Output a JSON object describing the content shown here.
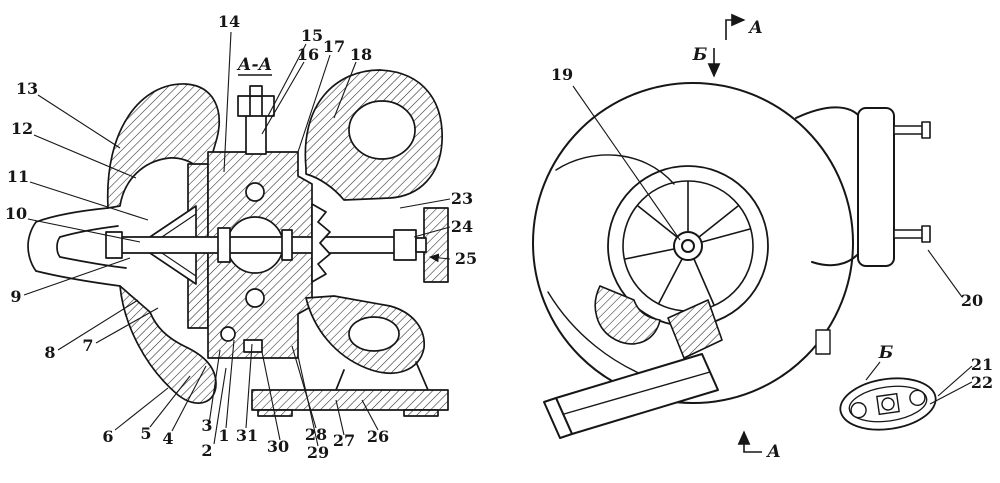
{
  "colors": {
    "ink": "#161616",
    "paper": "#ffffff"
  },
  "section_view": {
    "view_title": "А-А",
    "labels": {
      "l1": "1",
      "l2": "2",
      "l3": "3",
      "l4": "4",
      "l5": "5",
      "l6": "6",
      "l7": "7",
      "l8": "8",
      "l9": "9",
      "l10": "10",
      "l11": "11",
      "l12": "12",
      "l13": "13",
      "l14": "14",
      "l15": "15",
      "l16": "16",
      "l17": "17",
      "l18": "18",
      "l23": "23",
      "l24": "24",
      "l25": "25",
      "l26": "26",
      "l27": "27",
      "l28": "28",
      "l29": "29",
      "l30": "30",
      "l31": "31"
    }
  },
  "side_view": {
    "labels": {
      "l19": "19",
      "l20": "20",
      "l21": "21",
      "l22": "22"
    },
    "markers": {
      "a_top": "А",
      "b_top": "Б",
      "a_bottom": "А",
      "b_detail": "Б"
    }
  }
}
